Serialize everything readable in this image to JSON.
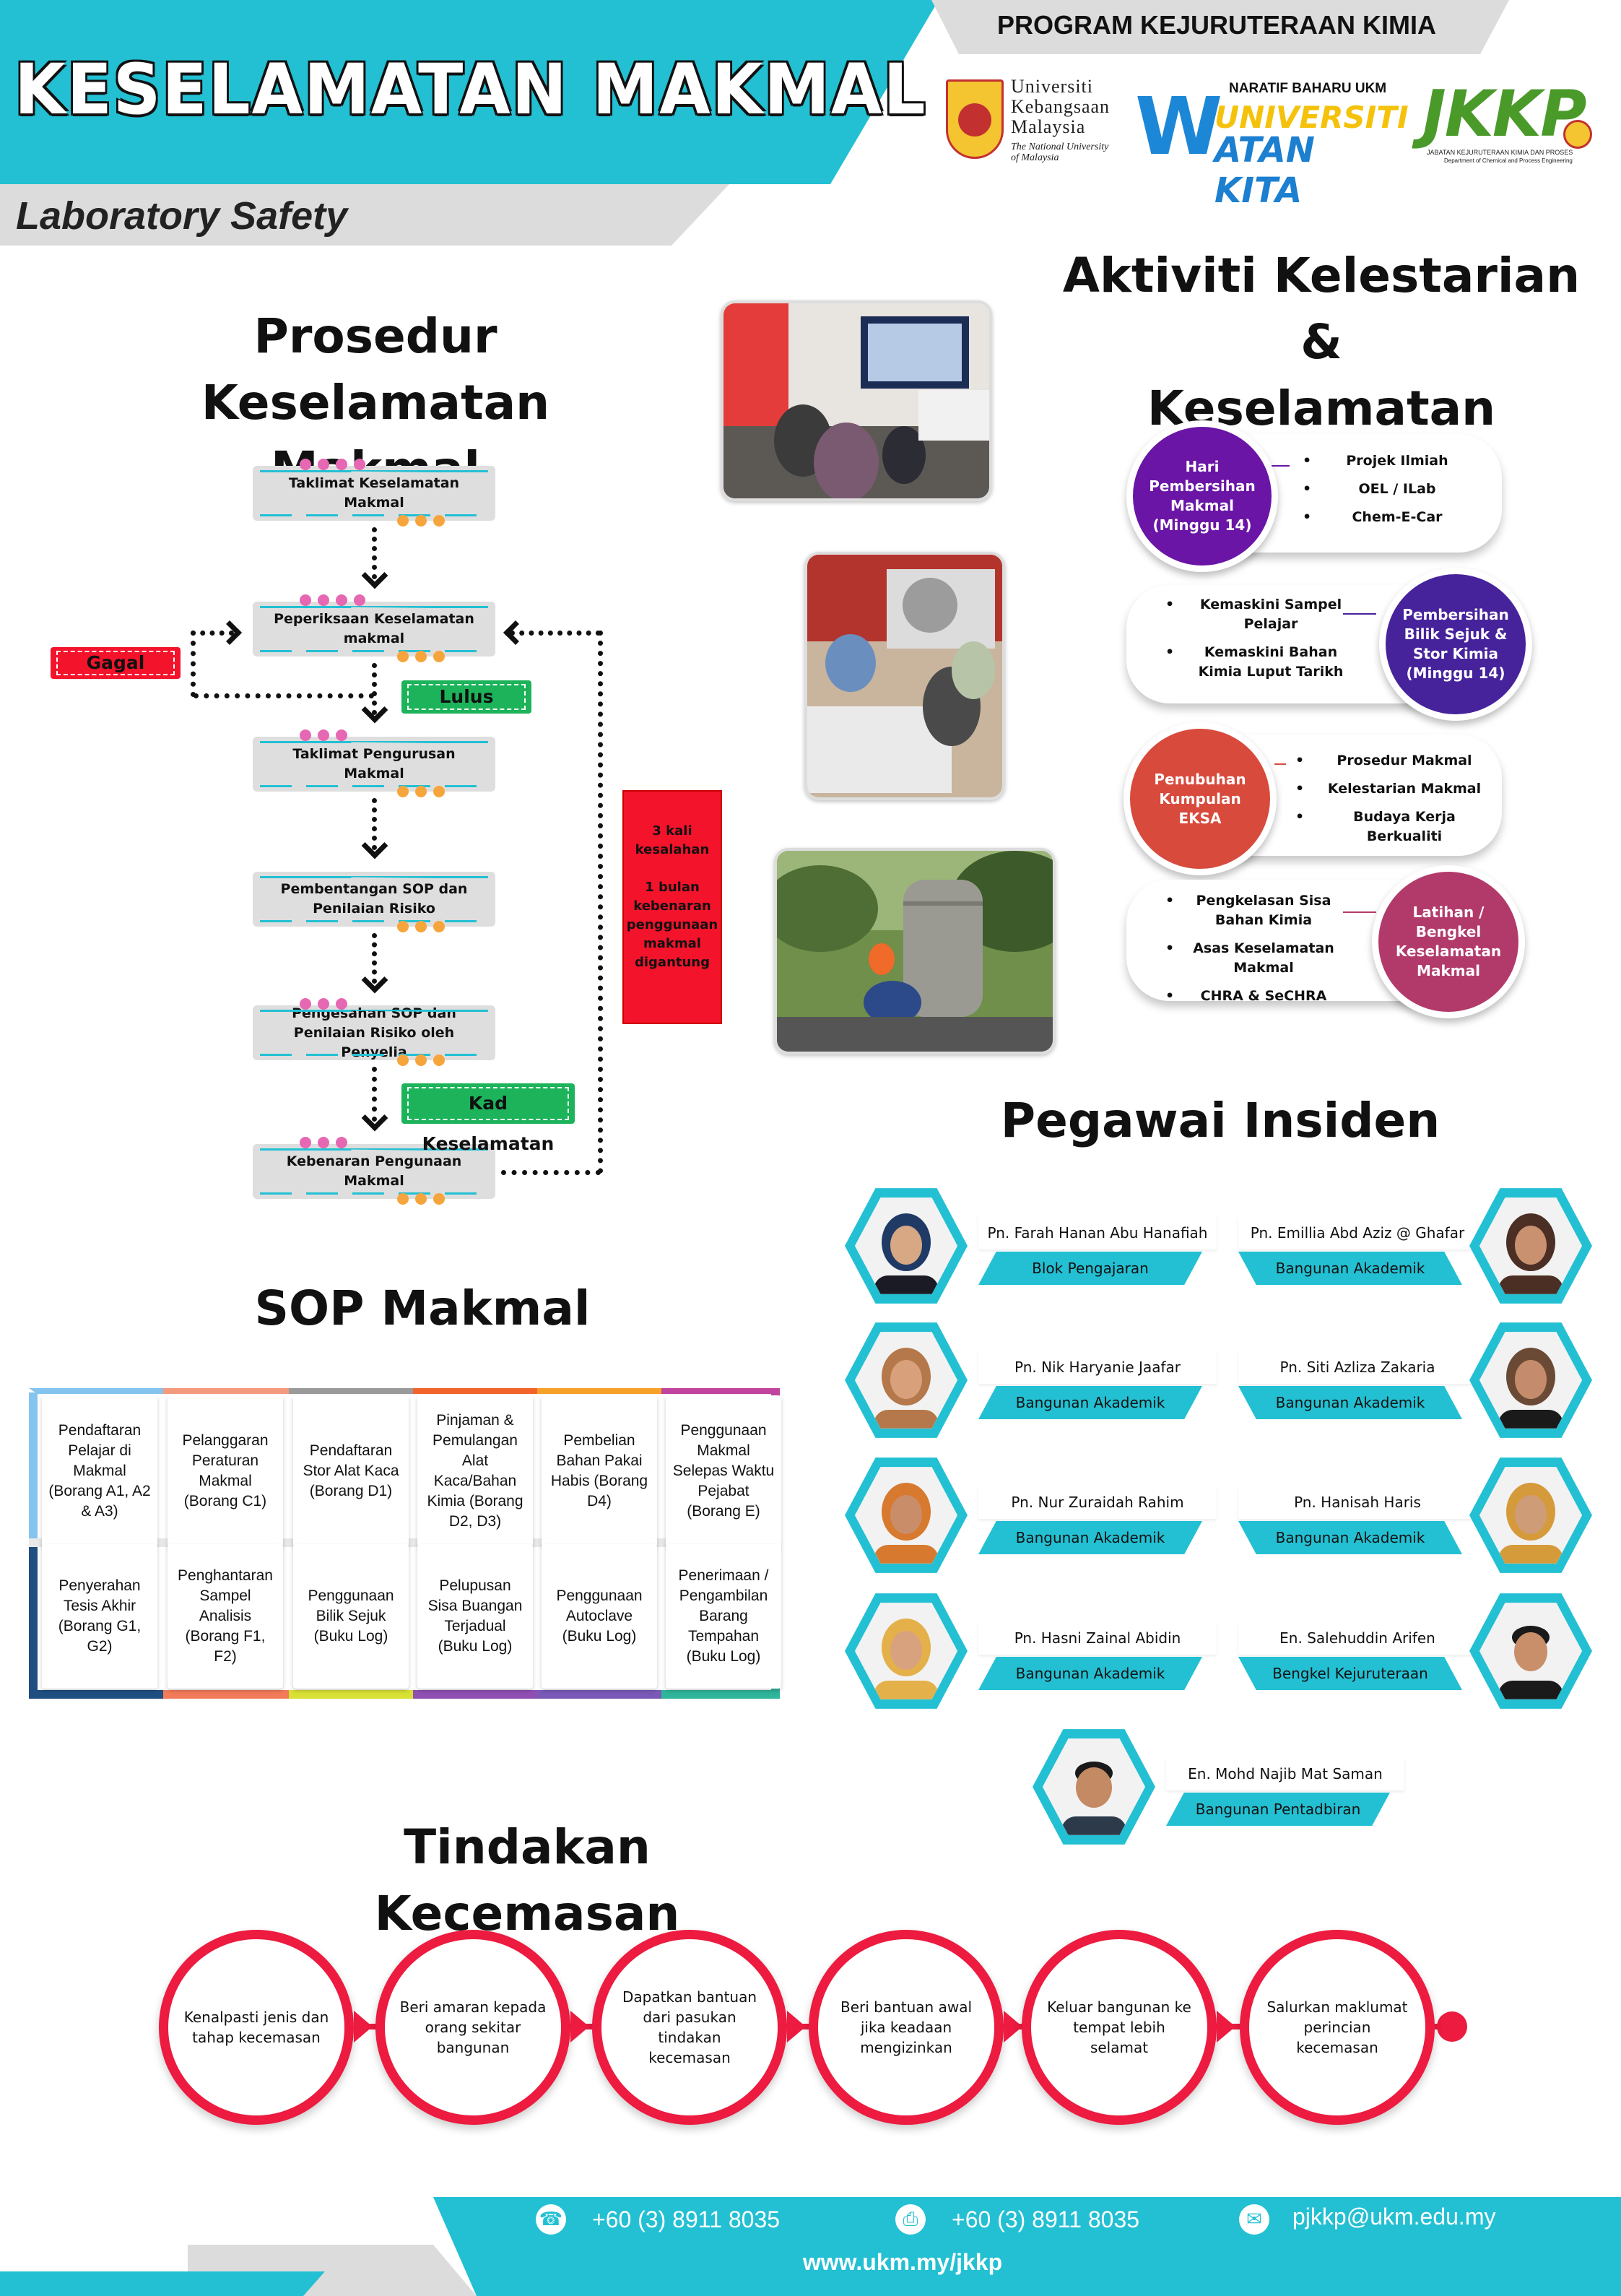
{
  "header": {
    "title": "KESELAMATAN MAKMAL",
    "subtitle": "Laboratory Safety",
    "program": "PROGRAM KEJURUTERAAN KIMIA"
  },
  "logos": {
    "ukm": {
      "line1": "Universiti",
      "line2": "Kebangsaan",
      "line3": "Malaysia",
      "tagline1": "The National University",
      "tagline2": "of Malaysia"
    },
    "uwk": {
      "top": "NARATIF BAHARU UKM",
      "mark": "W",
      "line1": "UNIVERSITI",
      "line2": "ATAN KITA"
    },
    "jkkp": {
      "mark": "JKKP",
      "text1": "JABATAN KEJURUTERAAN KIMIA DAN PROSES",
      "text2": "Department of Chemical and Process Engineering"
    }
  },
  "procedure": {
    "title_line1": "Prosedur Keselamatan",
    "title_line2": "Makmal",
    "steps": [
      "Taklimat Keselamatan Makmal",
      "Peperiksaan Keselamatan makmal",
      "Taklimat Pengurusan Makmal",
      "Pembentangan SOP dan Penilaian Risiko",
      "Pengesahan SOP dan Penilaian Risiko oleh Penyelia",
      "Kebenaran Pengunaan Makmal"
    ],
    "fail_label": "Gagal",
    "pass_label": "Lulus",
    "card_label": "Kad Keselamatan",
    "penalty_line1": "3 kali kesalahan",
    "penalty_line2": "1 bulan kebenaran penggunaan makmal digantung"
  },
  "activities": {
    "title_line1": "Aktiviti Kelestarian &",
    "title_line2": "Keselamatan",
    "cards": [
      {
        "circle": "Hari Pembersihan Makmal (Minggu 14)",
        "color": "#6a15a6",
        "items": [
          "Projek Ilmiah",
          "OEL / ILab",
          "Chem-E-Car"
        ]
      },
      {
        "circle": "Pembersihan Bilik Sejuk & Stor Kimia (Minggu 14)",
        "color": "#46239b",
        "items": [
          "Kemaskini Sampel Pelajar",
          "Kemaskini Bahan Kimia Luput Tarikh"
        ]
      },
      {
        "circle": "Penubuhan Kumpulan EKSA",
        "color": "#d84a3c",
        "items": [
          "Prosedur Makmal",
          "Kelestarian Makmal",
          "Budaya Kerja Berkualiti"
        ]
      },
      {
        "circle": "Latihan / Bengkel Keselamatan Makmal",
        "color": "#b23a6a",
        "items": [
          "Pengkelasan Sisa Bahan Kimia",
          "Asas Keselamatan Makmal",
          "CHRA & SeCHRA"
        ]
      }
    ]
  },
  "officers": {
    "title": "Pegawai Insiden",
    "list": [
      {
        "name": "Pn. Farah Hanan Abu Hanafiah",
        "location": "Blok Pengajaran"
      },
      {
        "name": "Pn. Emillia Abd Aziz @ Ghafar",
        "location": "Bangunan Akademik"
      },
      {
        "name": "Pn. Nik Haryanie Jaafar",
        "location": "Bangunan Akademik"
      },
      {
        "name": "Pn. Siti Azliza Zakaria",
        "location": "Bangunan Akademik"
      },
      {
        "name": "Pn. Nur Zuraidah Rahim",
        "location": "Bangunan Akademik"
      },
      {
        "name": "Pn. Hanisah Haris",
        "location": "Bangunan Akademik"
      },
      {
        "name": "Pn. Hasni Zainal Abidin",
        "location": "Bangunan Akademik"
      },
      {
        "name": "En. Salehuddin Arifen",
        "location": "Bengkel Kejuruteraan"
      },
      {
        "name": "En. Mohd Najib Mat Saman",
        "location": "Bangunan Pentadbiran"
      }
    ]
  },
  "sop": {
    "title": "SOP Makmal",
    "row1": [
      {
        "text": "Pendaftaran Pelajar di Makmal (Borang A1, A2 & A3)",
        "color": "#84c4ef"
      },
      {
        "text": "Pelanggaran Peraturan Makmal (Borang C1)",
        "color": "#f49a7e"
      },
      {
        "text": "Pendaftaran Stor Alat Kaca (Borang D1)",
        "color": "#9a9a9a"
      },
      {
        "text": "Pinjaman & Pemulangan Alat Kaca/Bahan Kimia (Borang D2, D3)",
        "color": "#f2642c"
      },
      {
        "text": "Pembelian Bahan Pakai Habis (Borang D4)",
        "color": "#f6a22a"
      },
      {
        "text": "Penggunaan Makmal Selepas Waktu Pejabat (Borang E)",
        "color": "#c1449d"
      }
    ],
    "row2": [
      {
        "text": "Penyerahan Tesis Akhir (Borang G1, G2)",
        "color": "#1f4e80"
      },
      {
        "text": "Penghantaran Sampel Analisis (Borang F1, F2)",
        "color": "#f37a5a"
      },
      {
        "text": "Penggunaan Bilik Sejuk (Buku Log)",
        "color": "#d8e035"
      },
      {
        "text": "Pelupusan Sisa Buangan Terjadual (Buku Log)",
        "color": "#8f4fb3"
      },
      {
        "text": "Penggunaan Autoclave (Buku Log)",
        "color": "#7a59b8"
      },
      {
        "text": "Penerimaan / Pengambilan Barang Tempahan (Buku Log)",
        "color": "#2fb59a"
      }
    ]
  },
  "emergency": {
    "title": "Tindakan Kecemasan",
    "steps": [
      "Kenalpasti jenis dan tahap kecemasan",
      "Beri amaran kepada orang sekitar bangunan",
      "Dapatkan bantuan dari pasukan tindakan kecemasan",
      "Beri bantuan awal jika keadaan mengizinkan",
      "Keluar bangunan ke tempat lebih selamat",
      "Salurkan maklumat perincian kecemasan"
    ]
  },
  "footer": {
    "phone": "+60 (3) 8911 8035",
    "fax": "+60 (3) 8911 8035",
    "email": "pjkkp@ukm.edu.my",
    "website": "www.ukm.my/jkkp"
  },
  "colors": {
    "accent": "#23c0d3",
    "red": "#f3132b",
    "green": "#1db35a",
    "emergency": "#ec1b3f"
  },
  "icons": {
    "phone": "phone-icon",
    "fax": "printer-icon",
    "email": "mail-icon"
  }
}
